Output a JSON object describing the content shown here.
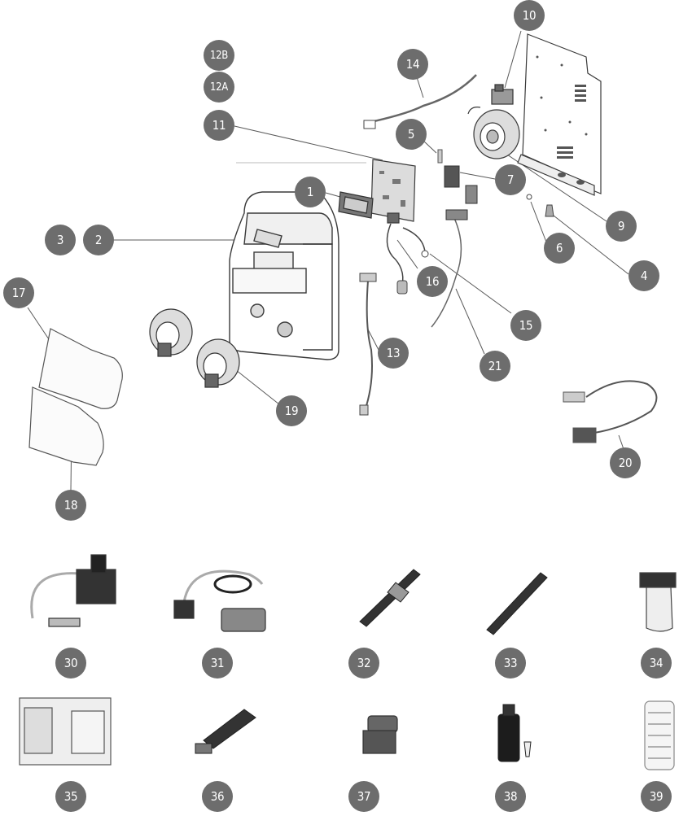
{
  "diagram": {
    "callout_fill": "#6d6d6d",
    "callout_text_color": "#ffffff",
    "line_color": "#5a5a5a",
    "part_stroke": "#3a3a3a",
    "callouts": {
      "c10": "10",
      "c12b": "12B",
      "c12a": "12A",
      "c14": "14",
      "c11": "11",
      "c5": "5",
      "c7": "7",
      "c1": "1",
      "c9": "9",
      "c3": "3",
      "c2": "2",
      "c6": "6",
      "c4": "4",
      "c16": "16",
      "c15": "15",
      "c17": "17",
      "c13": "13",
      "c21": "21",
      "c19": "19",
      "c20": "20",
      "c18": "18",
      "c30": "30",
      "c31": "31",
      "c32": "32",
      "c33": "33",
      "c34": "34",
      "c35": "35",
      "c36": "36",
      "c37": "37",
      "c38": "38",
      "c39": "39"
    }
  }
}
